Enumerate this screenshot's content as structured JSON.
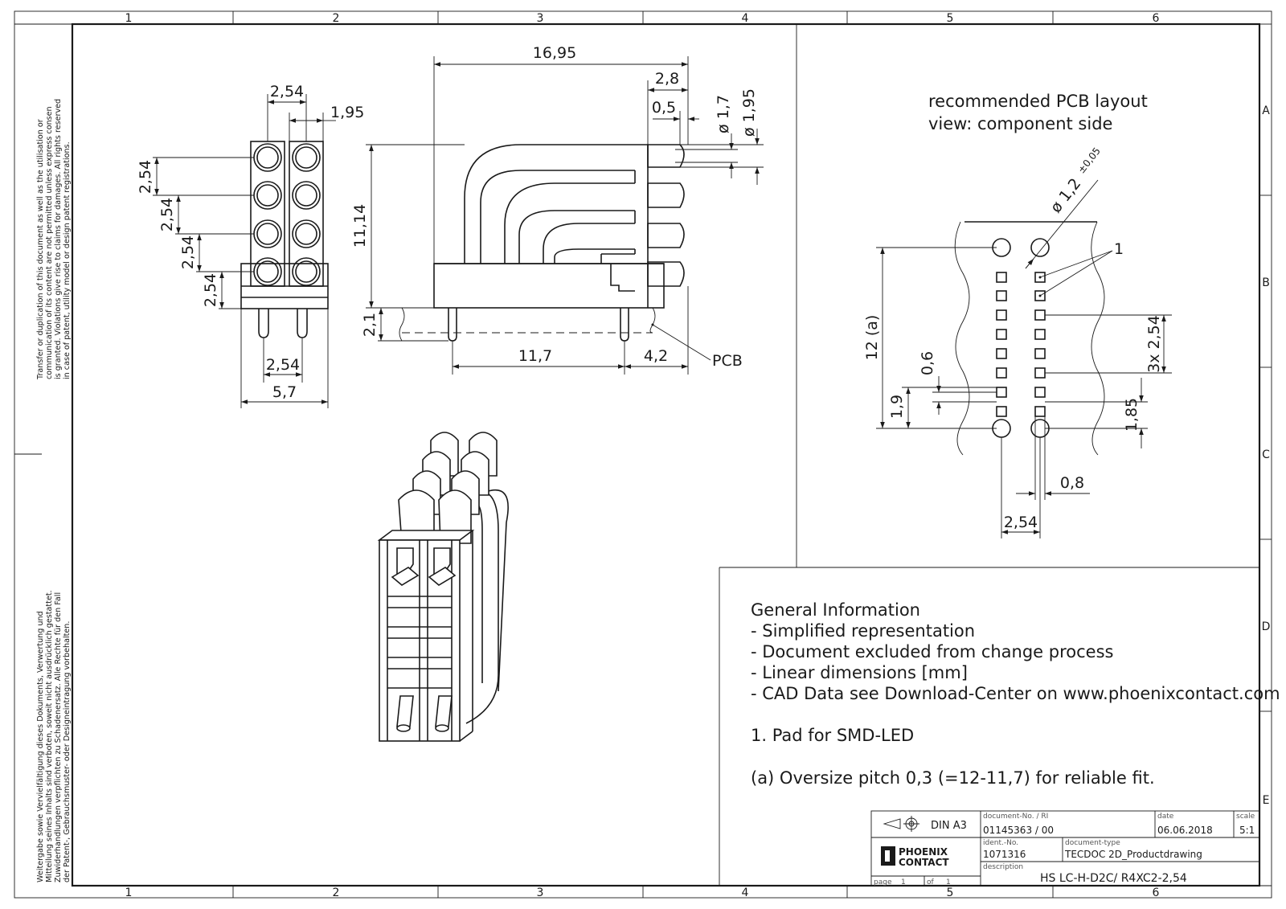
{
  "frame": {
    "col_labels": [
      "1",
      "2",
      "3",
      "4",
      "5",
      "6"
    ],
    "row_labels": [
      "A",
      "B",
      "C",
      "D",
      "E"
    ]
  },
  "side_notes": {
    "top": [
      "Transfer or duplication of this document as well as the utilisation or",
      "communication of its content are not permitted unless express consen",
      "is granted. Violations give rise to claims for damages. All rights reserved",
      "in case of patent, utility model or design patent registrations."
    ],
    "bottom": [
      "Weitergabe sowie Vervielfältigung dieses Dokuments, Verwertung und",
      "Mitteilung seines Inhalts sind verboten, soweit nicht ausdrücklich gestattet.",
      "Zuwiderhandlungen verpflichten zu Schadenersatz. Alle Rechte für den Fall",
      "der Patent-, Gebrauchsmuster- oder Designeintragung vorbehalten."
    ]
  },
  "front_view": {
    "dims": {
      "top_pitch": "2,54",
      "dia": "1,95",
      "v1": "2,54",
      "v2": "2,54",
      "v3": "2,54",
      "v4": "2,54",
      "bottom_pitch": "2,54",
      "width": "5,7"
    }
  },
  "side_view": {
    "dims": {
      "length": "16,95",
      "tip": "2,8",
      "gap": "0,5",
      "d1": "ø 1,7",
      "d2": "ø 1,95",
      "height": "11,14",
      "pin": "2,1",
      "span": "11,7",
      "offset": "4,2"
    },
    "pcb_label": "PCB"
  },
  "pcb_layout": {
    "title_line1": "recommended PCB layout",
    "title_line2": "view: component side",
    "dims": {
      "hole": "ø 1,2",
      "hole_tol": "±0,05",
      "callout": "1",
      "height": "12 (a)",
      "pitch": "3x 2,54",
      "pad": "0,6",
      "pad_gap": "1,9",
      "pad_off": "1,85",
      "pad_w": "0,8",
      "col_pitch": "2,54"
    }
  },
  "general_info": {
    "heading": "General Information",
    "items": [
      "- Simplified representation",
      "- Document excluded from change process",
      "- Linear dimensions [mm]",
      "- CAD Data see Download-Center on www.phoenixcontact.com"
    ],
    "note1": "1. Pad for SMD-LED",
    "note2": "(a) Oversize pitch 0,3 (=12-11,7) for reliable fit."
  },
  "title_block": {
    "format": "DIN A3",
    "doc_no_label": "document-No. / RI",
    "doc_no": "01145363  / 00",
    "date_label": "date",
    "date": "06.06.2018",
    "scale_label": "scale",
    "scale": "5:1",
    "ident_label": "ident.-No.",
    "ident": "1071316",
    "doctype_label": "document-type",
    "doctype": "TECDOC 2D_Productdrawing",
    "desc_label": "description",
    "desc": "HS LC-H-D2C/ R4XC2-2,54",
    "logo_line1": "PHOENIX",
    "logo_line2": "CONTACT",
    "page_label": "page",
    "page": "1",
    "of_label": "of",
    "of": "1"
  }
}
